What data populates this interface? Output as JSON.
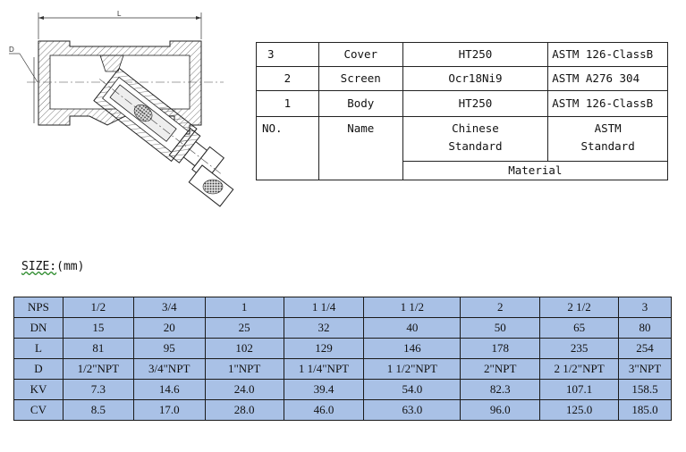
{
  "drawing": {
    "dimension_labels": [
      "L",
      "D"
    ]
  },
  "material_table": {
    "rows": [
      {
        "no": "3",
        "name": "Cover",
        "chinese": "HT250",
        "astm": "ASTM 126-ClassB"
      },
      {
        "no": "2",
        "name": "Screen",
        "chinese": "Ocr18Ni9",
        "astm": "ASTM A276 304"
      },
      {
        "no": "1",
        "name": "Body",
        "chinese": "HT250",
        "astm": "ASTM 126-ClassB"
      }
    ],
    "header": {
      "no": "NO.",
      "name": "Name",
      "chinese_line1": "Chinese",
      "chinese_line2": "Standard",
      "astm_line1": "ASTM",
      "astm_line2": "Standard",
      "material": "Material"
    }
  },
  "size_label": {
    "prefix": "SIZE:",
    "unit": "(mm)"
  },
  "size_table": {
    "rows": [
      {
        "label": "NPS",
        "values": [
          "1/2",
          "3/4",
          "1",
          "1 1/4",
          "1 1/2",
          "2",
          "2 1/2",
          "3"
        ]
      },
      {
        "label": "DN",
        "values": [
          "15",
          "20",
          "25",
          "32",
          "40",
          "50",
          "65",
          "80"
        ]
      },
      {
        "label": "L",
        "values": [
          "81",
          "95",
          "102",
          "129",
          "146",
          "178",
          "235",
          "254"
        ]
      },
      {
        "label": "D",
        "values": [
          "1/2\"NPT",
          "3/4\"NPT",
          "1\"NPT",
          "1 1/4\"NPT",
          "1 1/2\"NPT",
          "2\"NPT",
          "2 1/2\"NPT",
          "3\"NPT"
        ]
      },
      {
        "label": "KV",
        "values": [
          "7.3",
          "14.6",
          "24.0",
          "39.4",
          "54.0",
          "82.3",
          "107.1",
          "158.5"
        ]
      },
      {
        "label": "CV",
        "values": [
          "8.5",
          "17.0",
          "28.0",
          "46.0",
          "63.0",
          "96.0",
          "125.0",
          "185.0"
        ]
      }
    ]
  }
}
